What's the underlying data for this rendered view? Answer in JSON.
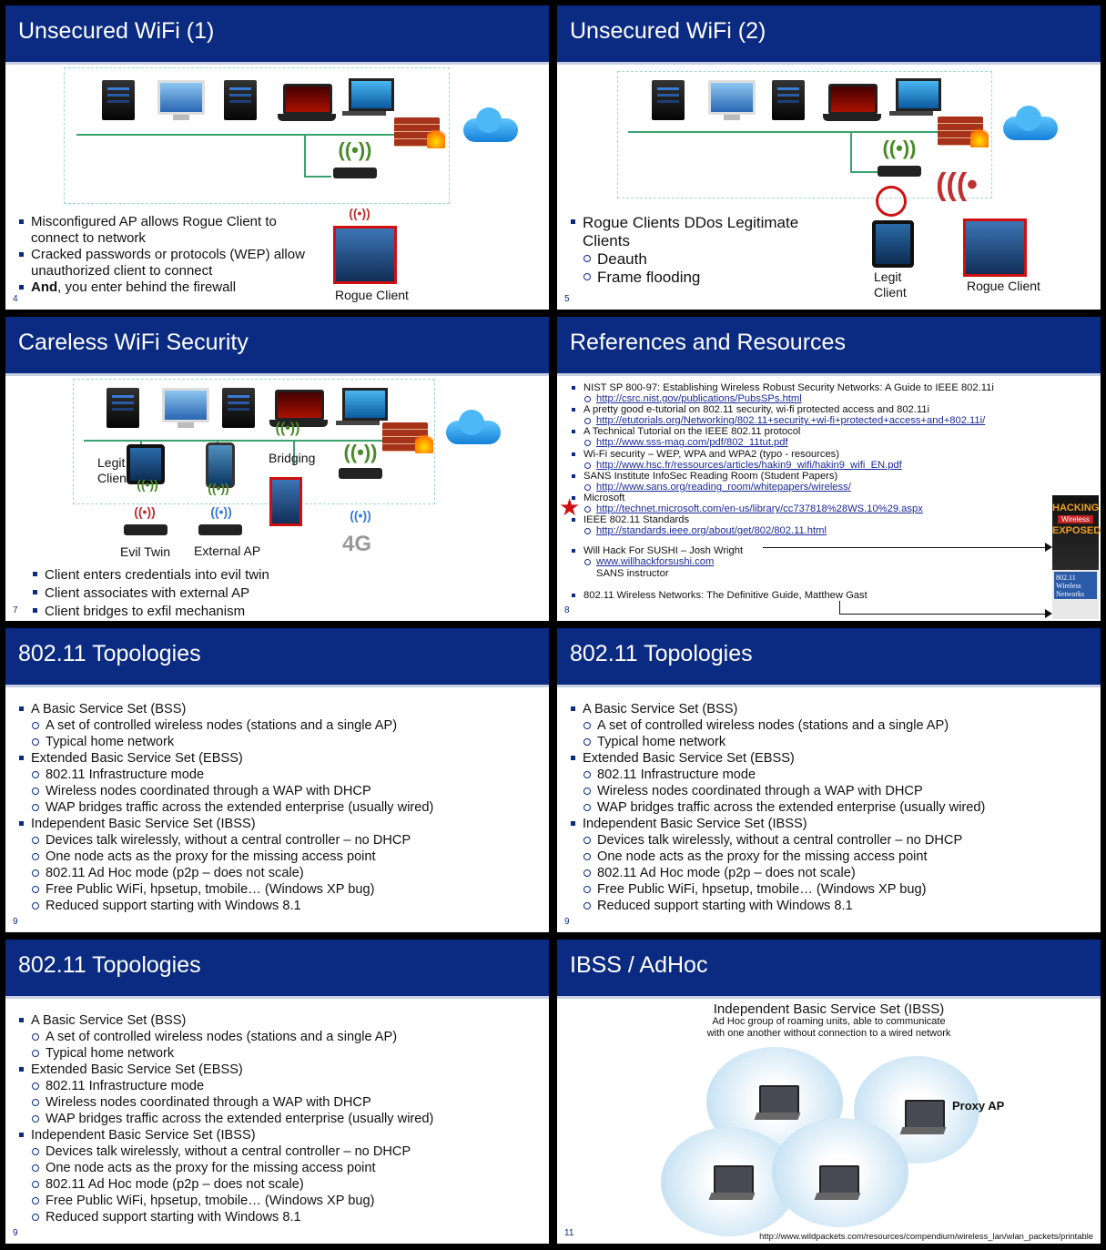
{
  "slides": {
    "s1": {
      "title": "Unsecured WiFi (1)",
      "page": "4",
      "bullets": [
        "Misconfigured AP allows Rogue Client to connect to network",
        "Cracked passwords or protocols (WEP) allow unauthorized client to connect"
      ],
      "bullet3_bold": "And",
      "bullet3_rest": ", you enter behind the firewall",
      "rogue_label": "Rogue Client"
    },
    "s2": {
      "title": "Unsecured WiFi (2)",
      "page": "5",
      "bullet": "Rogue Clients DDos Legitimate Clients",
      "sub": [
        "Deauth",
        "Frame flooding"
      ],
      "legit_label": "Legit Client",
      "rogue_label": "Rogue Client"
    },
    "s3": {
      "title": "Careless WiFi Security",
      "page": "7",
      "legit_label": "Legit Client",
      "bridging_label": "Bridging",
      "evil_label": "Evil Twin",
      "external_label": "External AP",
      "badge_4g": "4G",
      "bullets": [
        "Client enters credentials into evil twin",
        "Client associates with external AP",
        "Client bridges to exfil mechanism"
      ]
    },
    "s4": {
      "title": "References and Resources",
      "page": "8",
      "items": [
        {
          "t": "NIST SP 800-97: Establishing Wireless Robust Security Networks: A Guide to IEEE 802.11i",
          "u": "http://csrc.nist.gov/publications/PubsSPs.html"
        },
        {
          "t": "A pretty good e-tutorial on 802.11 security, wi-fi protected access and 802.11i",
          "u": "http://etutorials.org/Networking/802.11+security.+wi-fi+protected+access+and+802.11i/"
        },
        {
          "t": "A Technical Tutorial on the IEEE 802.11 protocol",
          "u": "http://www.sss-mag.com/pdf/802_11tut.pdf"
        },
        {
          "t": " Wi-Fi security – WEP, WPA and WPA2 (typo - resources)",
          "u": "http://www.hsc.fr/ressources/articles/hakin9_wifi/hakin9_wifi_EN.pdf"
        },
        {
          "t": "SANS Institute InfoSec Reading Room (Student Papers)",
          "u": "http://www.sans.org/reading_room/whitepapers/wireless/"
        },
        {
          "t": "Microsoft",
          "u": "http://technet.microsoft.com/en-us/library/cc737818%28WS.10%29.aspx"
        },
        {
          "t": "IEEE 802.11 Standards",
          "u": "http://standards.ieee.org/about/get/802/802.11.html"
        }
      ],
      "hack_title": "Will Hack For SUSHI – Josh Wright",
      "hack_url": "www.willhackforsushi.com",
      "hack_sub": "SANS instructor",
      "book_text": "802.11 Wireless Networks: The Definitive Guide, Matthew Gast",
      "cover1_a": "HACKING",
      "cover1_b": "Wireless",
      "cover1_c": "EXPOSED",
      "cover2": "802.11 Wireless Networks"
    },
    "topo": {
      "title": "802.11 Topologies",
      "page": "9",
      "lines": [
        {
          "lvl": 1,
          "t": "A Basic Service Set (BSS)"
        },
        {
          "lvl": 2,
          "t": "A set of controlled wireless nodes (stations and a single AP)"
        },
        {
          "lvl": 2,
          "t": "Typical home network"
        },
        {
          "lvl": 1,
          "t": "Extended Basic Service Set (EBSS)"
        },
        {
          "lvl": 2,
          "t": "802.11 Infrastructure mode"
        },
        {
          "lvl": 2,
          "t": "Wireless nodes coordinated through a WAP with DHCP"
        },
        {
          "lvl": 2,
          "t": "WAP bridges traffic across the extended enterprise (usually wired)"
        },
        {
          "lvl": 1,
          "t": "Independent Basic Service Set (IBSS)"
        },
        {
          "lvl": 2,
          "t": "Devices talk wirelessly, without a central controller – no DHCP"
        },
        {
          "lvl": 2,
          "t": "One node acts as the proxy for the missing access point"
        },
        {
          "lvl": 2,
          "t": "802.11 Ad Hoc mode (p2p – does not scale)"
        },
        {
          "lvl": 2,
          "t": "Free Public WiFi, hpsetup, tmobile…  (Windows XP bug)"
        },
        {
          "lvl": 2,
          "t": "Reduced support starting with Windows 8.1"
        }
      ]
    },
    "s8": {
      "title": "IBSS / AdHoc",
      "page": "11",
      "fig_title": "Independent Basic Service Set (IBSS)",
      "fig_sub1": "Ad Hoc group of roaming units, able to communicate",
      "fig_sub2": "with one another without connection to a wired network",
      "proxy_label": "Proxy AP",
      "url": "http://www.wildpackets.com/resources/compendium/wireless_lan/wlan_packets/printable"
    }
  }
}
